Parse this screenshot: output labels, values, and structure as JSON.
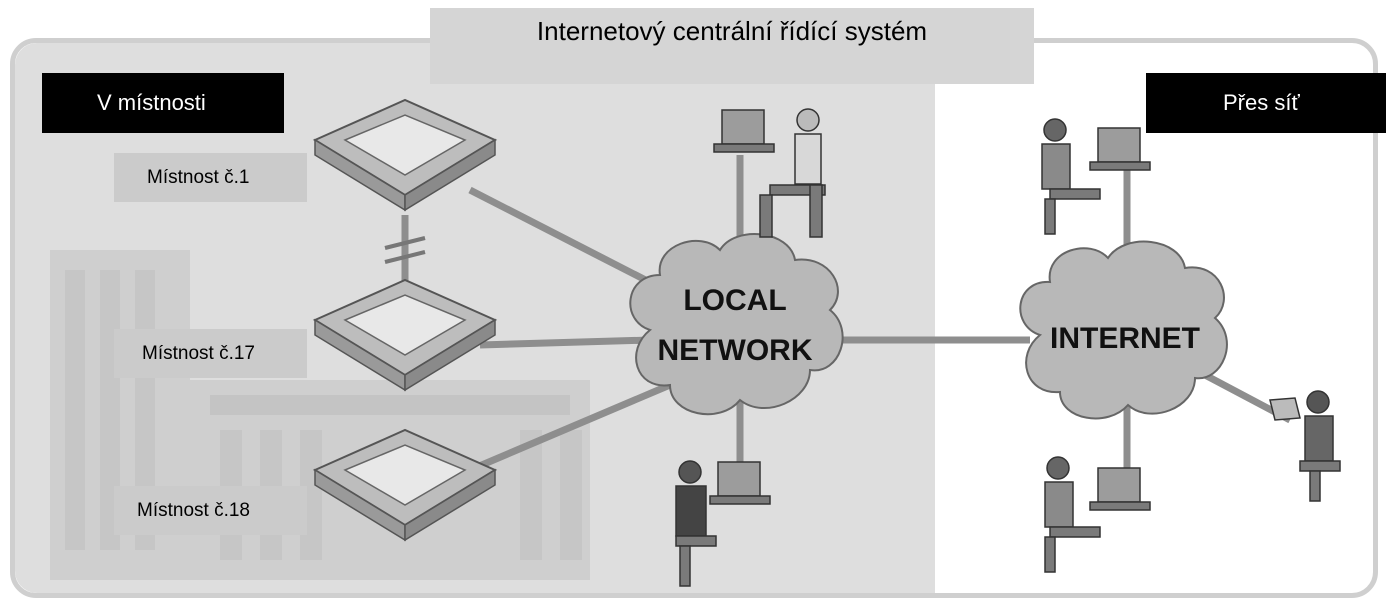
{
  "title": "Internetový centrální řídící systém",
  "left_label": "V místnosti",
  "right_label": "Přes síť",
  "rooms": [
    "Místnost č.1",
    "Místnost č.17",
    "Místnost č.18"
  ],
  "clouds": {
    "local_line1": "LOCAL",
    "local_line2": "NETWORK",
    "internet": "INTERNET"
  },
  "colors": {
    "local_zone": "#dedede",
    "title_bg": "#d5d5d5",
    "label_bg": "#000000",
    "room_tag_bg": "#cbcbcb"
  }
}
